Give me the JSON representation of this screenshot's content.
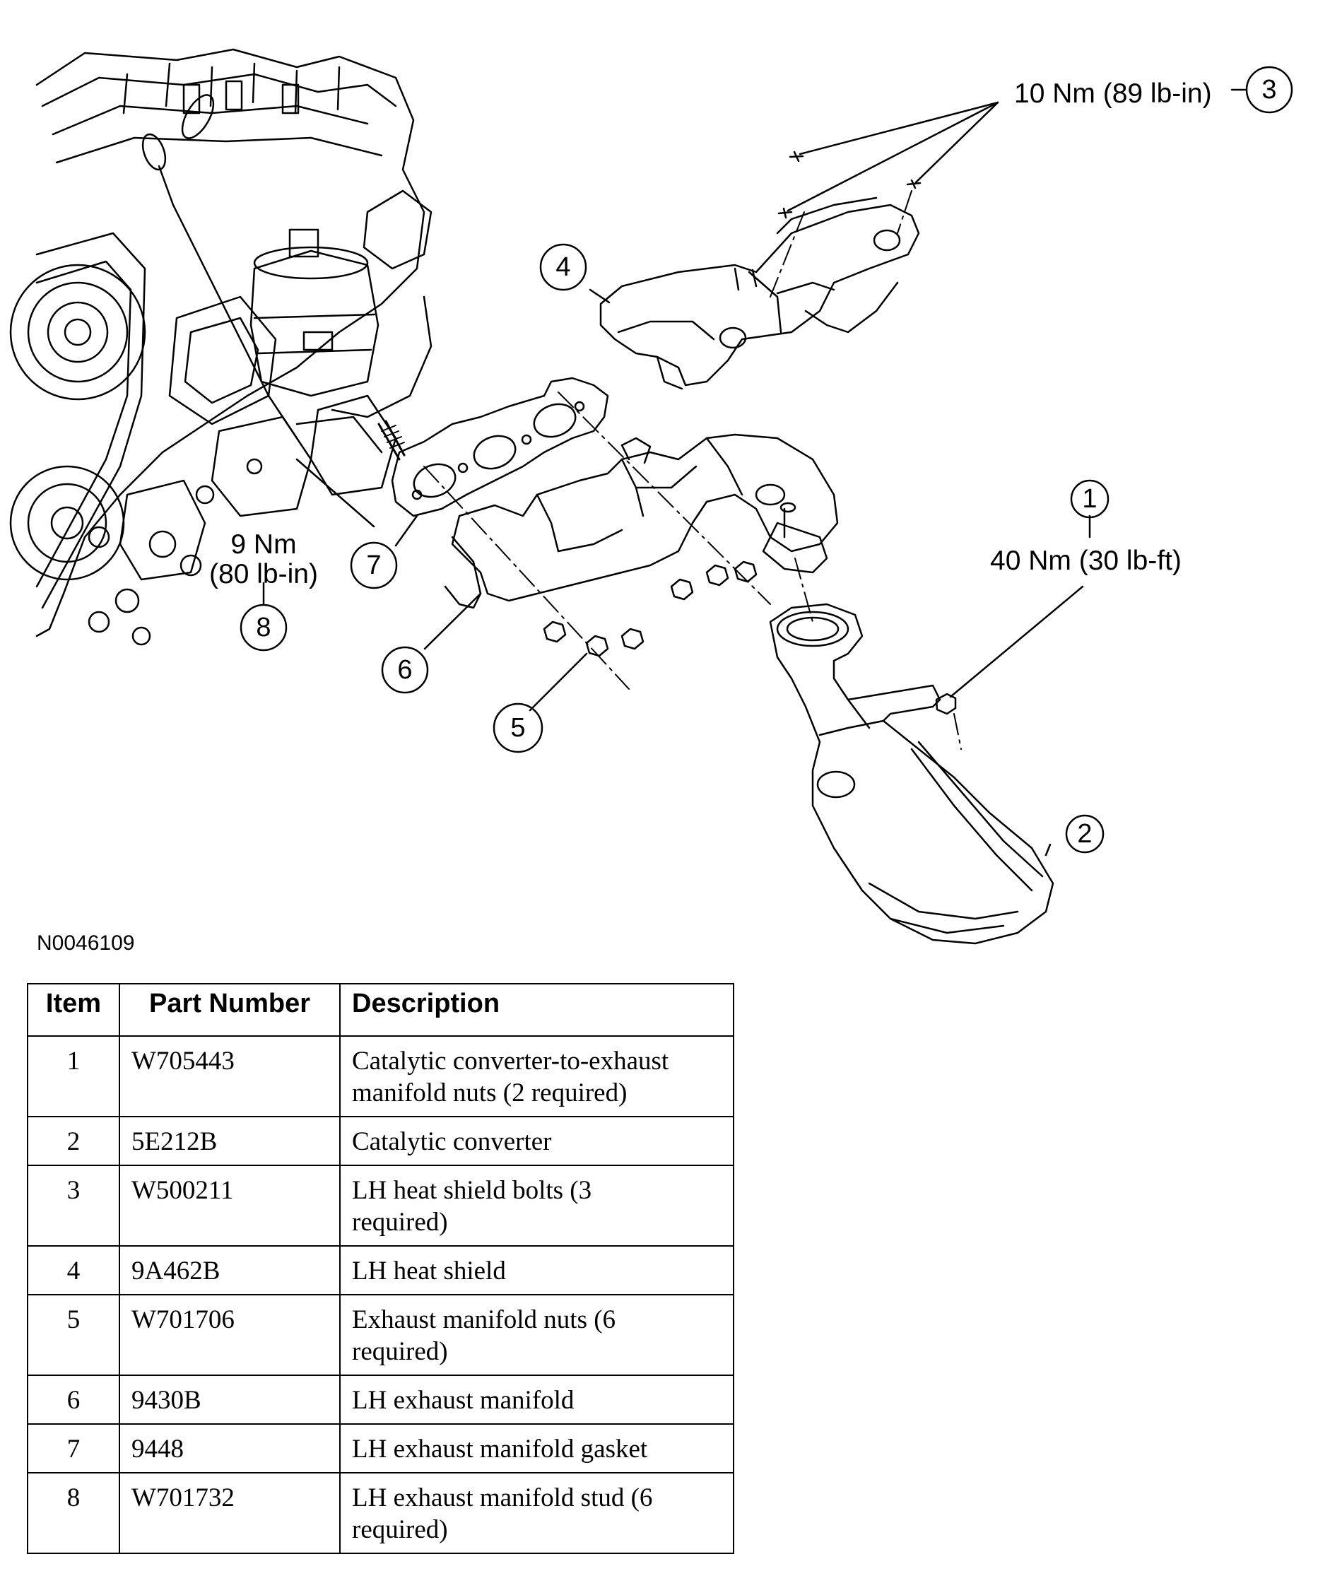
{
  "figure": {
    "figure_id": "N0046109",
    "callouts": [
      {
        "number": "1",
        "torque": "40 Nm (30 lb-ft)"
      },
      {
        "number": "2"
      },
      {
        "number": "3",
        "torque": "10 Nm (89 lb-in)"
      },
      {
        "number": "4"
      },
      {
        "number": "5"
      },
      {
        "number": "6"
      },
      {
        "number": "7"
      },
      {
        "number": "8",
        "torque_line1": "9 Nm",
        "torque_line2": "(80 lb-in)"
      }
    ]
  },
  "table": {
    "headers": [
      "Item",
      "Part Number",
      "Description"
    ],
    "rows": [
      {
        "item": "1",
        "part": "W705443",
        "desc_lines": [
          "Catalytic converter-to-exhaust",
          "manifold nuts (2 required)"
        ]
      },
      {
        "item": "2",
        "part": "5E212B",
        "desc_lines": [
          "Catalytic converter"
        ]
      },
      {
        "item": "3",
        "part": "W500211",
        "desc_lines": [
          "LH heat shield bolts (3",
          "required)"
        ]
      },
      {
        "item": "4",
        "part": "9A462B",
        "desc_lines": [
          "LH heat shield"
        ]
      },
      {
        "item": "5",
        "part": "W701706",
        "desc_lines": [
          "Exhaust manifold nuts (6",
          "required)"
        ]
      },
      {
        "item": "6",
        "part": "9430B",
        "desc_lines": [
          "LH exhaust manifold"
        ]
      },
      {
        "item": "7",
        "part": "9448",
        "desc_lines": [
          "LH exhaust manifold gasket"
        ]
      },
      {
        "item": "8",
        "part": "W701732",
        "desc_lines": [
          "LH exhaust manifold stud (6",
          "required)"
        ]
      }
    ]
  }
}
